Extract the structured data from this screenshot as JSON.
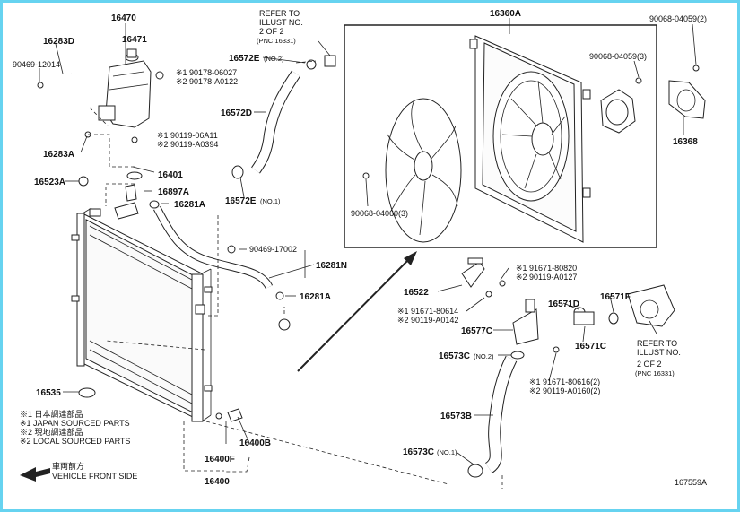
{
  "labels": {
    "p16470": "16470",
    "p16471": "16471",
    "p16283D": "16283D",
    "p90469_12014": "90469-12014",
    "cap1": "※1 90178-06027",
    "cap2": "※2 90178-A0122",
    "p16283A": "16283A",
    "bolt1": "※1 90119-06A11",
    "bolt2": "※2 90119-A0394",
    "p16401": "16401",
    "p16523A": "16523A",
    "p16897A": "16897A",
    "p16281A_top": "16281A",
    "p16572E_no2": "16572E",
    "no2_a": "(NO.2)",
    "refer1_l1": "REFER TO",
    "refer1_l2": "ILLUST NO.",
    "refer1_l3": "2 OF 2",
    "refer1_l4": "(PNC 16331)",
    "p16572D": "16572D",
    "p16572E_no1": "16572E",
    "no1_a": "(NO.1)",
    "p90469_17002": "90469-17002",
    "p16281N": "16281N",
    "p16281A_bot": "16281A",
    "p16535": "16535",
    "p16400F": "16400F",
    "p16400B": "16400B",
    "p16400": "16400",
    "legend1": "※1  日本調達部品",
    "legend2": "※1  JAPAN SOURCED PARTS",
    "legend3": "※2  現地調達部品",
    "legend4": "※2  LOCAL SOURCED PARTS",
    "front_jp": "車両前方",
    "front_en": "VEHICLE FRONT SIDE",
    "p16360A": "16360A",
    "p90068_04059_2": "90068-04059(2)",
    "p90068_04059_3": "90068-04059(3)",
    "p16368": "16368",
    "p90068_04060_3": "90068-04060(3)",
    "p16522": "16522",
    "b91671_80820": "※1 91671-80820",
    "b90119_A0127": "※2 90119-A0127",
    "b91671_80614": "※1 91671-80614",
    "b90119_A0142": "※2 90119-A0142",
    "p16571D": "16571D",
    "p16571F": "16571F",
    "p16577C": "16577C",
    "p16571C": "16571C",
    "p16573C_no2": "16573C",
    "no2_b": "(NO.2)",
    "b91671_80616": "※1 91671-80616(2)",
    "b90119_A0160": "※2 90119-A0160(2)",
    "refer2_l1": "REFER TO",
    "refer2_l2": "ILLUST NO.",
    "refer2_l3": "2 OF 2",
    "refer2_l4": "(PNC 16331)",
    "p16573B": "16573B",
    "p16573C_no1": "16573C",
    "no1_b": "(NO.1)",
    "figure_code": "167559A"
  },
  "colors": {
    "border": "#66d3f0",
    "ink": "#111111"
  },
  "icons": [
    "front-arrow-icon"
  ]
}
